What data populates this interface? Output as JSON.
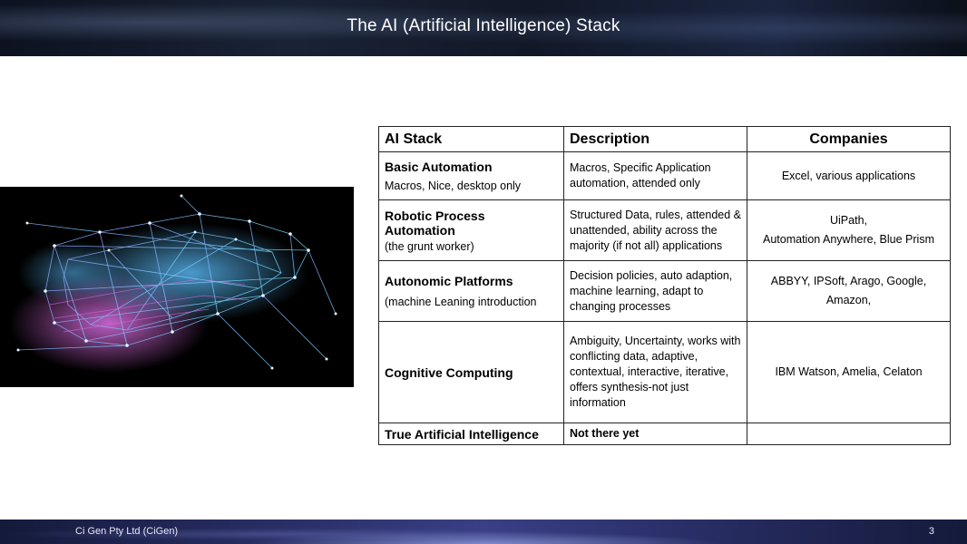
{
  "slide": {
    "title": "The AI (Artificial Intelligence) Stack",
    "page_number": "3"
  },
  "footer": {
    "company": "Ci Gen Pty Ltd (CiGen)"
  },
  "table": {
    "headers": [
      "AI Stack",
      "Description",
      "Companies"
    ],
    "rows": [
      {
        "title": "Basic Automation",
        "subtitle": "Macros, Nice, desktop only",
        "description": "Macros, Specific Application automation, attended only",
        "companies": [
          "Excel, various applications"
        ]
      },
      {
        "title": "Robotic Process Automation",
        "subtitle": "(the grunt worker)",
        "description": "Structured Data, rules, attended & unattended, ability across the majority (if not all) applications",
        "companies": [
          "UiPath,",
          "Automation Anywhere, Blue Prism"
        ]
      },
      {
        "title": "Autonomic Platforms",
        "subtitle": "(machine Leaning introduction",
        "description": "Decision policies, auto adaption, machine learning, adapt to changing processes",
        "companies": [
          "ABBYY, IPSoft, Arago, Google, Amazon,"
        ]
      },
      {
        "title": "Cognitive Computing",
        "subtitle": "",
        "description": "Ambiguity, Uncertainty, works with conflicting data, adaptive, contextual, interactive, iterative, offers synthesis-not just information",
        "companies": [
          "IBM Watson, Amelia, Celaton"
        ]
      },
      {
        "title": "True Artificial Intelligence",
        "subtitle": "",
        "description": "Not there yet",
        "companies": [
          ""
        ]
      }
    ]
  },
  "colors": {
    "header_bg": "#111827",
    "footer_bg": "#2a2f68",
    "table_border": "#222222",
    "image_glow_blue": "#4aa8ff",
    "image_glow_pink": "#d05bd8"
  }
}
